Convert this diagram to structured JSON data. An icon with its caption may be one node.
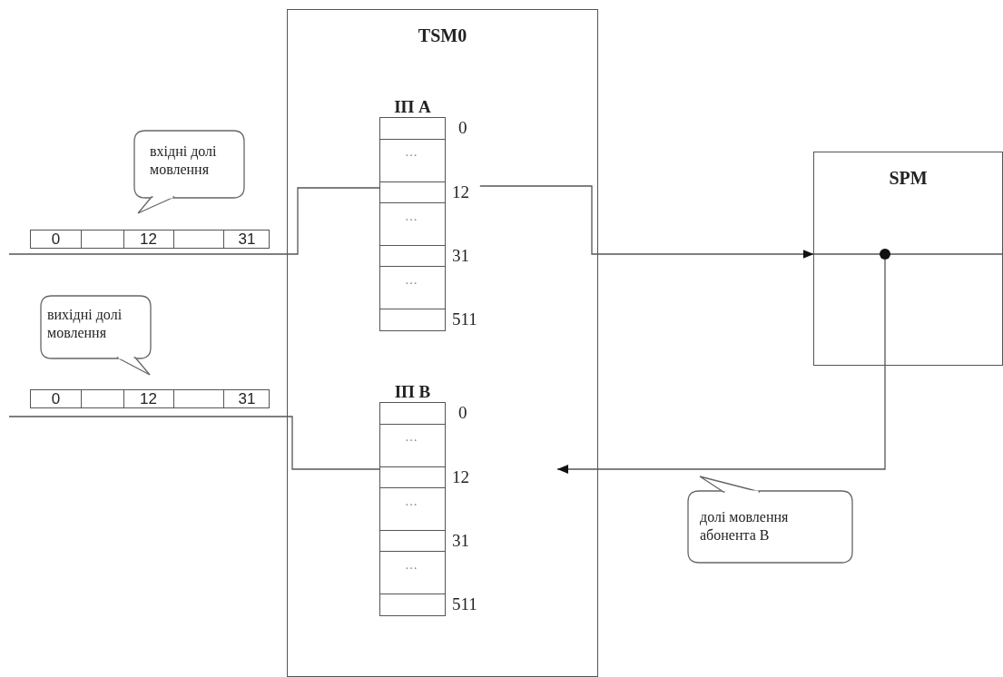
{
  "diagram": {
    "nodes": [
      {
        "text": [
          "TSM0"
        ]
      },
      {
        "text": [
          "ІП А"
        ],
        "in": 0,
        "beside": [
          "0",
          "12",
          "31",
          "511"
        ]
      },
      {
        "text": [
          "ІП В"
        ],
        "in": 0,
        "beside": [
          "0",
          "12",
          "31",
          "511"
        ]
      },
      {
        "text": [
          "SPM"
        ]
      },
      {
        "text": [
          "0",
          "12",
          "31"
        ]
      },
      {
        "text": [
          "0",
          "12",
          "31"
        ]
      },
      {
        "text": [
          "вхідні долі мовлення"
        ]
      },
      {
        "text": [
          "вихідні долі мовлення"
        ]
      },
      {
        "text": [
          "долі мовлення абонента В"
        ]
      },
      {
        "text": [],
        "shape": "circle",
        "in": 3
      }
    ],
    "edges": [
      {
        "from": null,
        "to": 1,
        "arrow": "none"
      },
      {
        "from": 1,
        "to": 3,
        "arrow": "to"
      },
      {
        "from": 3,
        "to": 9,
        "arrow": "none"
      },
      {
        "from": 9,
        "to": null,
        "arrow": "none"
      },
      {
        "from": 9,
        "to": 2,
        "arrow": "to"
      },
      {
        "from": 2,
        "to": null,
        "arrow": "none"
      }
    ],
    "labels": [
      "…",
      "…",
      "…",
      "…",
      "…",
      "…"
    ]
  }
}
